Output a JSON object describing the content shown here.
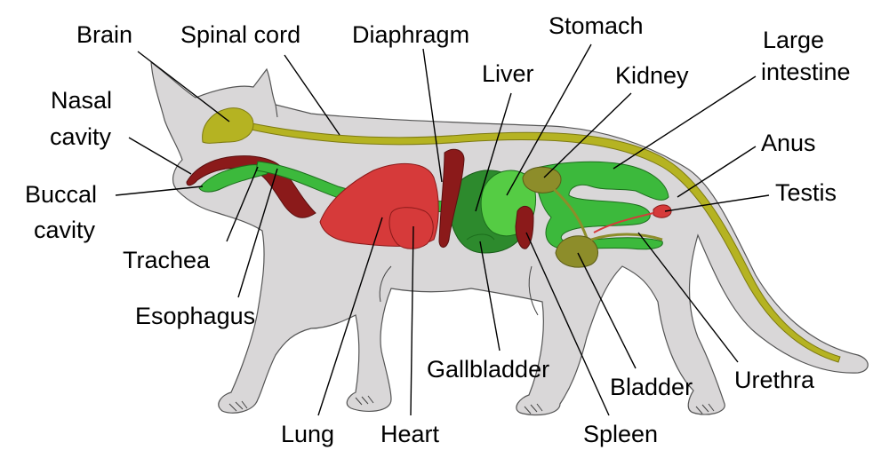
{
  "labels": {
    "brain": "Brain",
    "spinal_cord": "Spinal cord",
    "diaphragm": "Diaphragm",
    "stomach": "Stomach",
    "large_intestine_1": "Large",
    "large_intestine_2": "intestine",
    "liver": "Liver",
    "kidney": "Kidney",
    "nasal_cavity_1": "Nasal",
    "nasal_cavity_2": "cavity",
    "anus": "Anus",
    "buccal_cavity_1": "Buccal",
    "buccal_cavity_2": "cavity",
    "testis": "Testis",
    "trachea": "Trachea",
    "esophagus": "Esophagus",
    "gallbladder": "Gallbladder",
    "bladder": "Bladder",
    "urethra": "Urethra",
    "lung": "Lung",
    "heart": "Heart",
    "spleen": "Spleen"
  },
  "colors": {
    "body_fill": "#d9d7d8",
    "body_outline": "#8c8c8c",
    "nervous": "#b5b322",
    "nervous_dark": "#7d7a12",
    "respiratory_red": "#d63a3a",
    "dark_red": "#8b1a1a",
    "digestive_green": "#3cb93c",
    "liver_green": "#2d8a2d",
    "light_green": "#55cc44",
    "olive": "#8d8d2a"
  }
}
